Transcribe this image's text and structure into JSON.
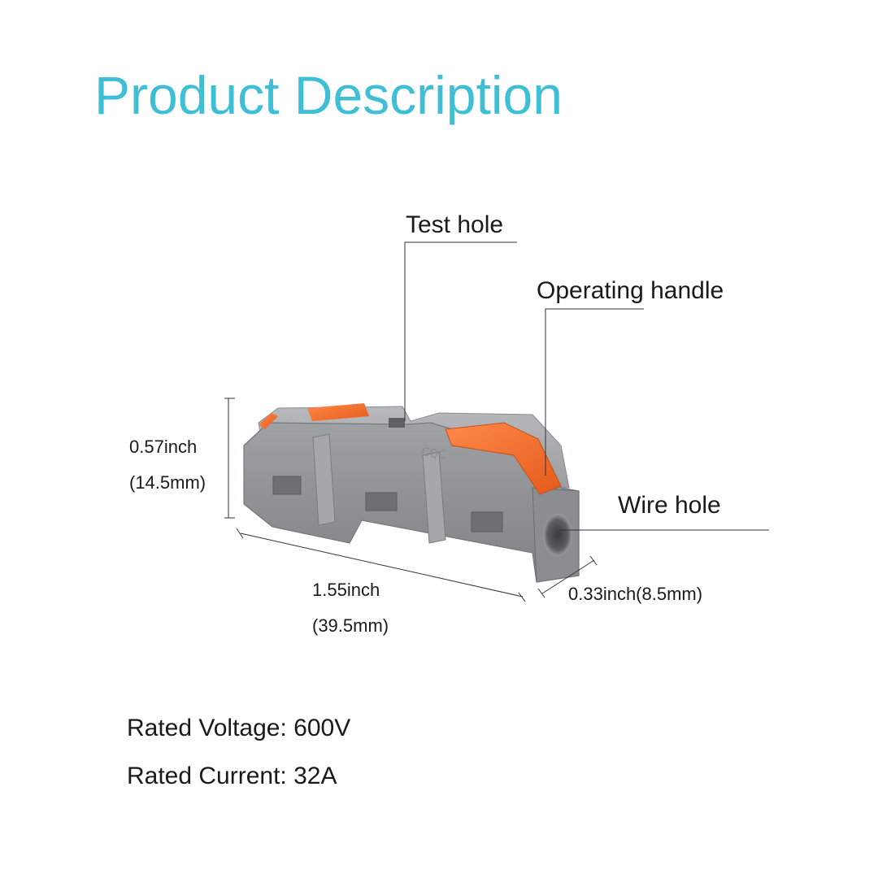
{
  "title": "Product Description",
  "callouts": {
    "test_hole": "Test hole",
    "operating_handle": "Operating handle",
    "wire_hole": "Wire hole"
  },
  "dimensions": {
    "height": {
      "imperial": "0.57inch",
      "metric": "(14.5mm)"
    },
    "length": {
      "imperial": "1.55inch",
      "metric": "(39.5mm)"
    },
    "width": {
      "text": "0.33inch(8.5mm)"
    }
  },
  "specs": {
    "voltage": "Rated Voltage: 600V",
    "current": "Rated Current: 32A"
  },
  "colors": {
    "title": "#3fbfd6",
    "body_gray": "#8f9194",
    "handle_orange": "#f06a2a"
  }
}
